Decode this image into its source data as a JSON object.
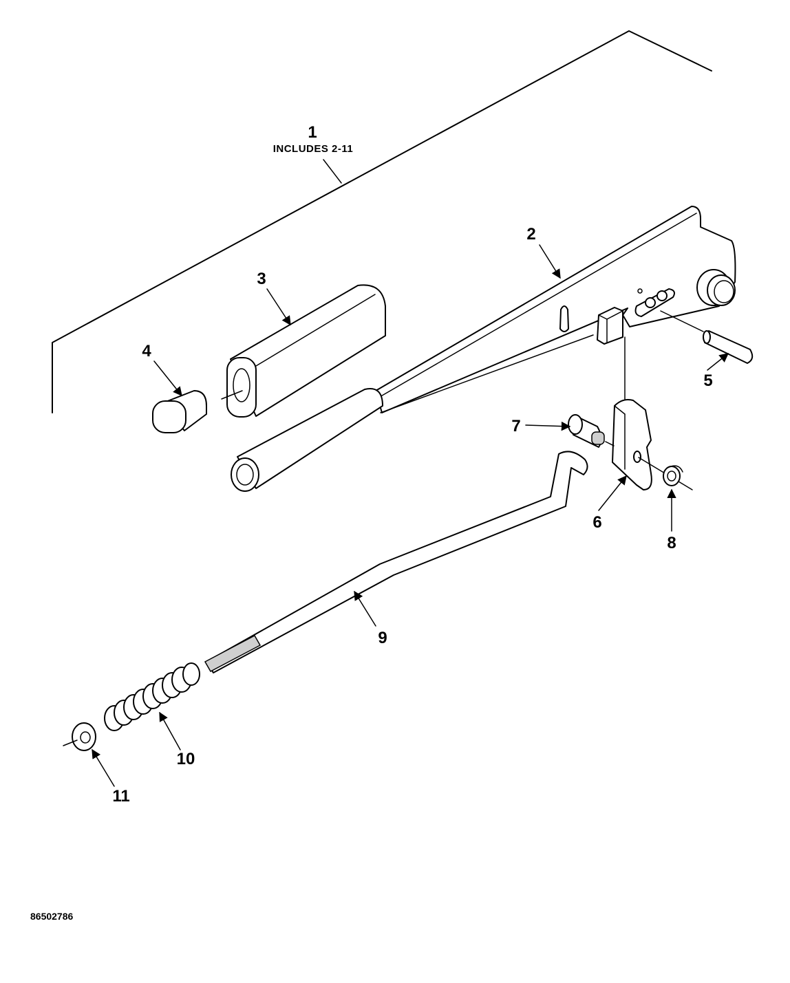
{
  "diagram": {
    "callouts": [
      {
        "id": "1",
        "label": "1",
        "note": "INCLUDES 2-11"
      },
      {
        "id": "2",
        "label": "2"
      },
      {
        "id": "3",
        "label": "3"
      },
      {
        "id": "4",
        "label": "4"
      },
      {
        "id": "5",
        "label": "5"
      },
      {
        "id": "6",
        "label": "6"
      },
      {
        "id": "7",
        "label": "7"
      },
      {
        "id": "8",
        "label": "8"
      },
      {
        "id": "9",
        "label": "9"
      },
      {
        "id": "10",
        "label": "10"
      },
      {
        "id": "11",
        "label": "11"
      }
    ],
    "figure_number": "86502786"
  },
  "colors": {
    "ink": "#000000",
    "paper": "#ffffff"
  }
}
